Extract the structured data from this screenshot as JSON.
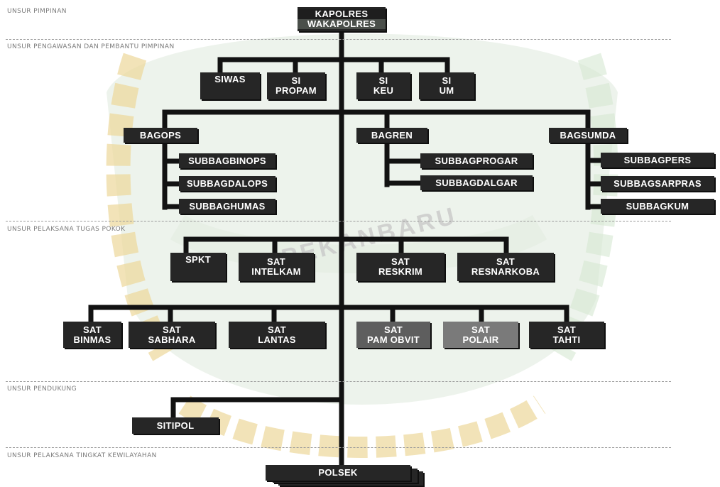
{
  "sections": [
    {
      "id": "pimpinan",
      "label": "UNSUR PIMPINAN"
    },
    {
      "id": "pengawasan",
      "label": "UNSUR PENGAWASAN DAN PEMBANTU PIMPINAN"
    },
    {
      "id": "pelaksana",
      "label": "UNSUR PELAKSANA TUGAS POKOK"
    },
    {
      "id": "pendukung",
      "label": "UNSUR PENDUKUNG"
    },
    {
      "id": "kewilayahan",
      "label": "UNSUR PELAKSANA TINGKAT KEWILAYAHAN"
    }
  ],
  "top": {
    "line1": "KAPOLRES",
    "line2": "WAKAPOLRES"
  },
  "boxes": {
    "siwas": "SIWAS",
    "sipropam": "SI\nPROPAM",
    "sikeu": "SI\nKEU",
    "sium": "SI\nUM",
    "bagops": "BAGOPS",
    "bagren": "BAGREN",
    "bagsumda": "BAGSUMDA",
    "subbagbinops": "SUBBAGBINOPS",
    "subbagdalops": "SUBBAGDALOPS",
    "subbaghumas": "SUBBAGHUMAS",
    "subbagprogar": "SUBBAGPROGAR",
    "subbagdalgar": "SUBBAGDALGAR",
    "subbagpers": "SUBBAGPERS",
    "subbagsarpras": "SUBBAGSARPRAS",
    "subbagkum": "SUBBAGKUM",
    "spkt": "SPKT",
    "satintelkam": "SAT\nINTELKAM",
    "satreskrim": "SAT\nRESKRIM",
    "satresnarkoba": "SAT\nRESNARKOBA",
    "satbinmas": "SAT\nBINMAS",
    "satsabhara": "SAT\nSABHARA",
    "satlantas": "SAT\nLANTAS",
    "satpamobvit": "SAT\nPAM OBVIT",
    "satpolair": "SAT\nPOLAIR",
    "sattahti": "SAT\nTAHTI",
    "sitipol": "SITIPOL",
    "polsek": "POLSEK"
  },
  "watermark": {
    "text": "PEKANBARU",
    "colors": {
      "green": "#2f7d32",
      "yellow": "#e8c341"
    }
  },
  "colors": {
    "box": "#262626",
    "line": "#121212",
    "dash": "#9a9a9a"
  }
}
